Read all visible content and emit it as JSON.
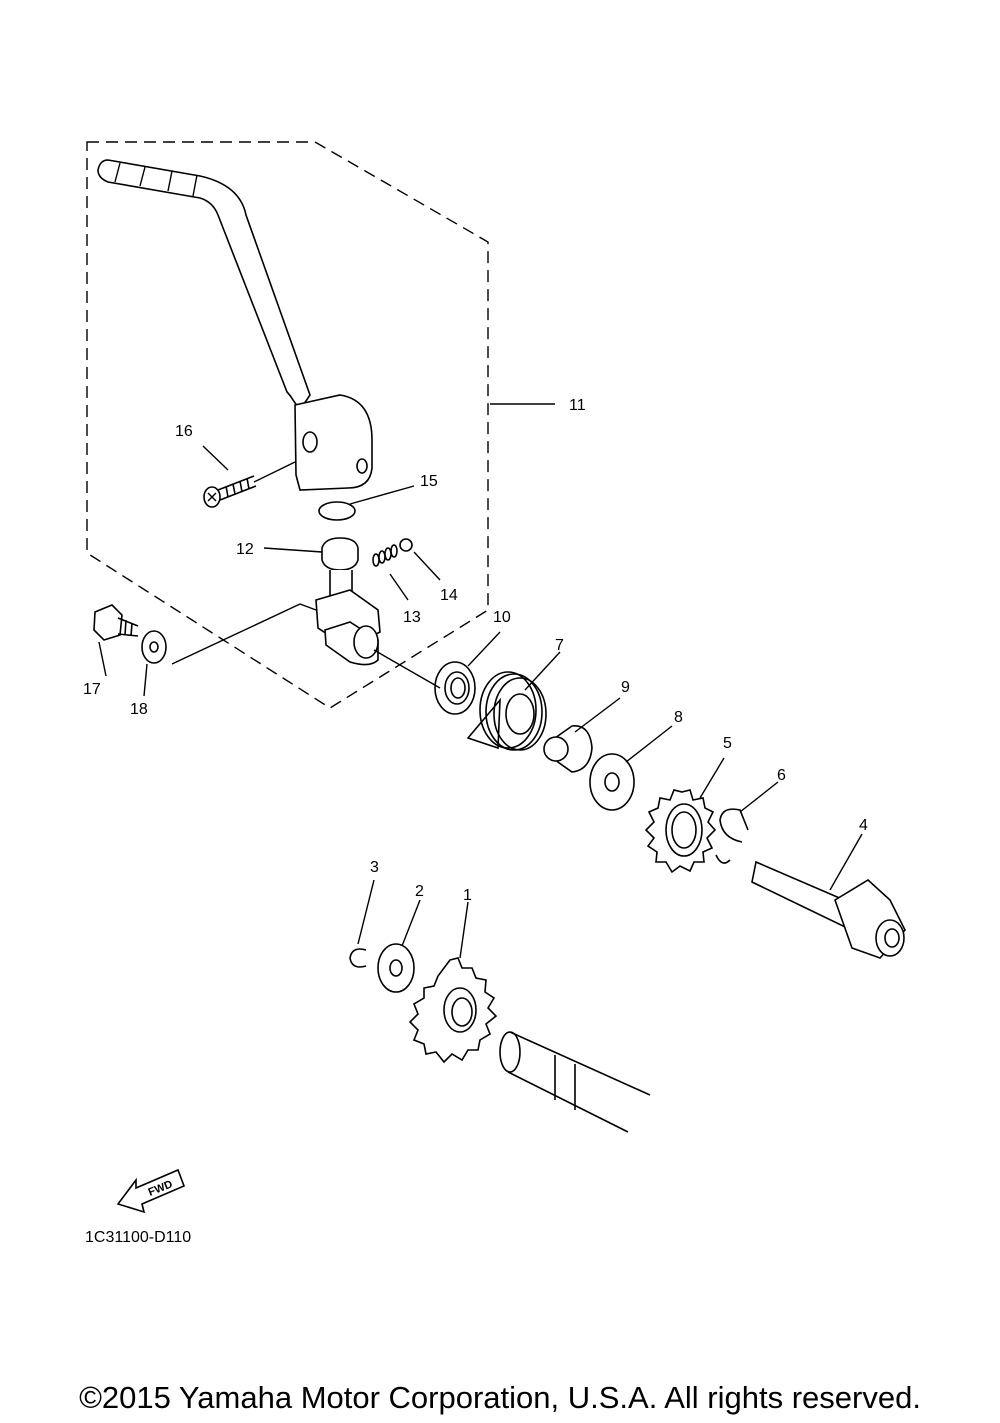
{
  "callouts": [
    "1",
    "2",
    "3",
    "4",
    "5",
    "6",
    "7",
    "8",
    "9",
    "10",
    "11",
    "12",
    "13",
    "14",
    "15",
    "16",
    "17",
    "18"
  ],
  "fwd_label": "FWD",
  "diagram_code": "1C31100-D110",
  "copyright": "©2015 Yamaha Motor Corporation, U.S.A. All rights reserved."
}
